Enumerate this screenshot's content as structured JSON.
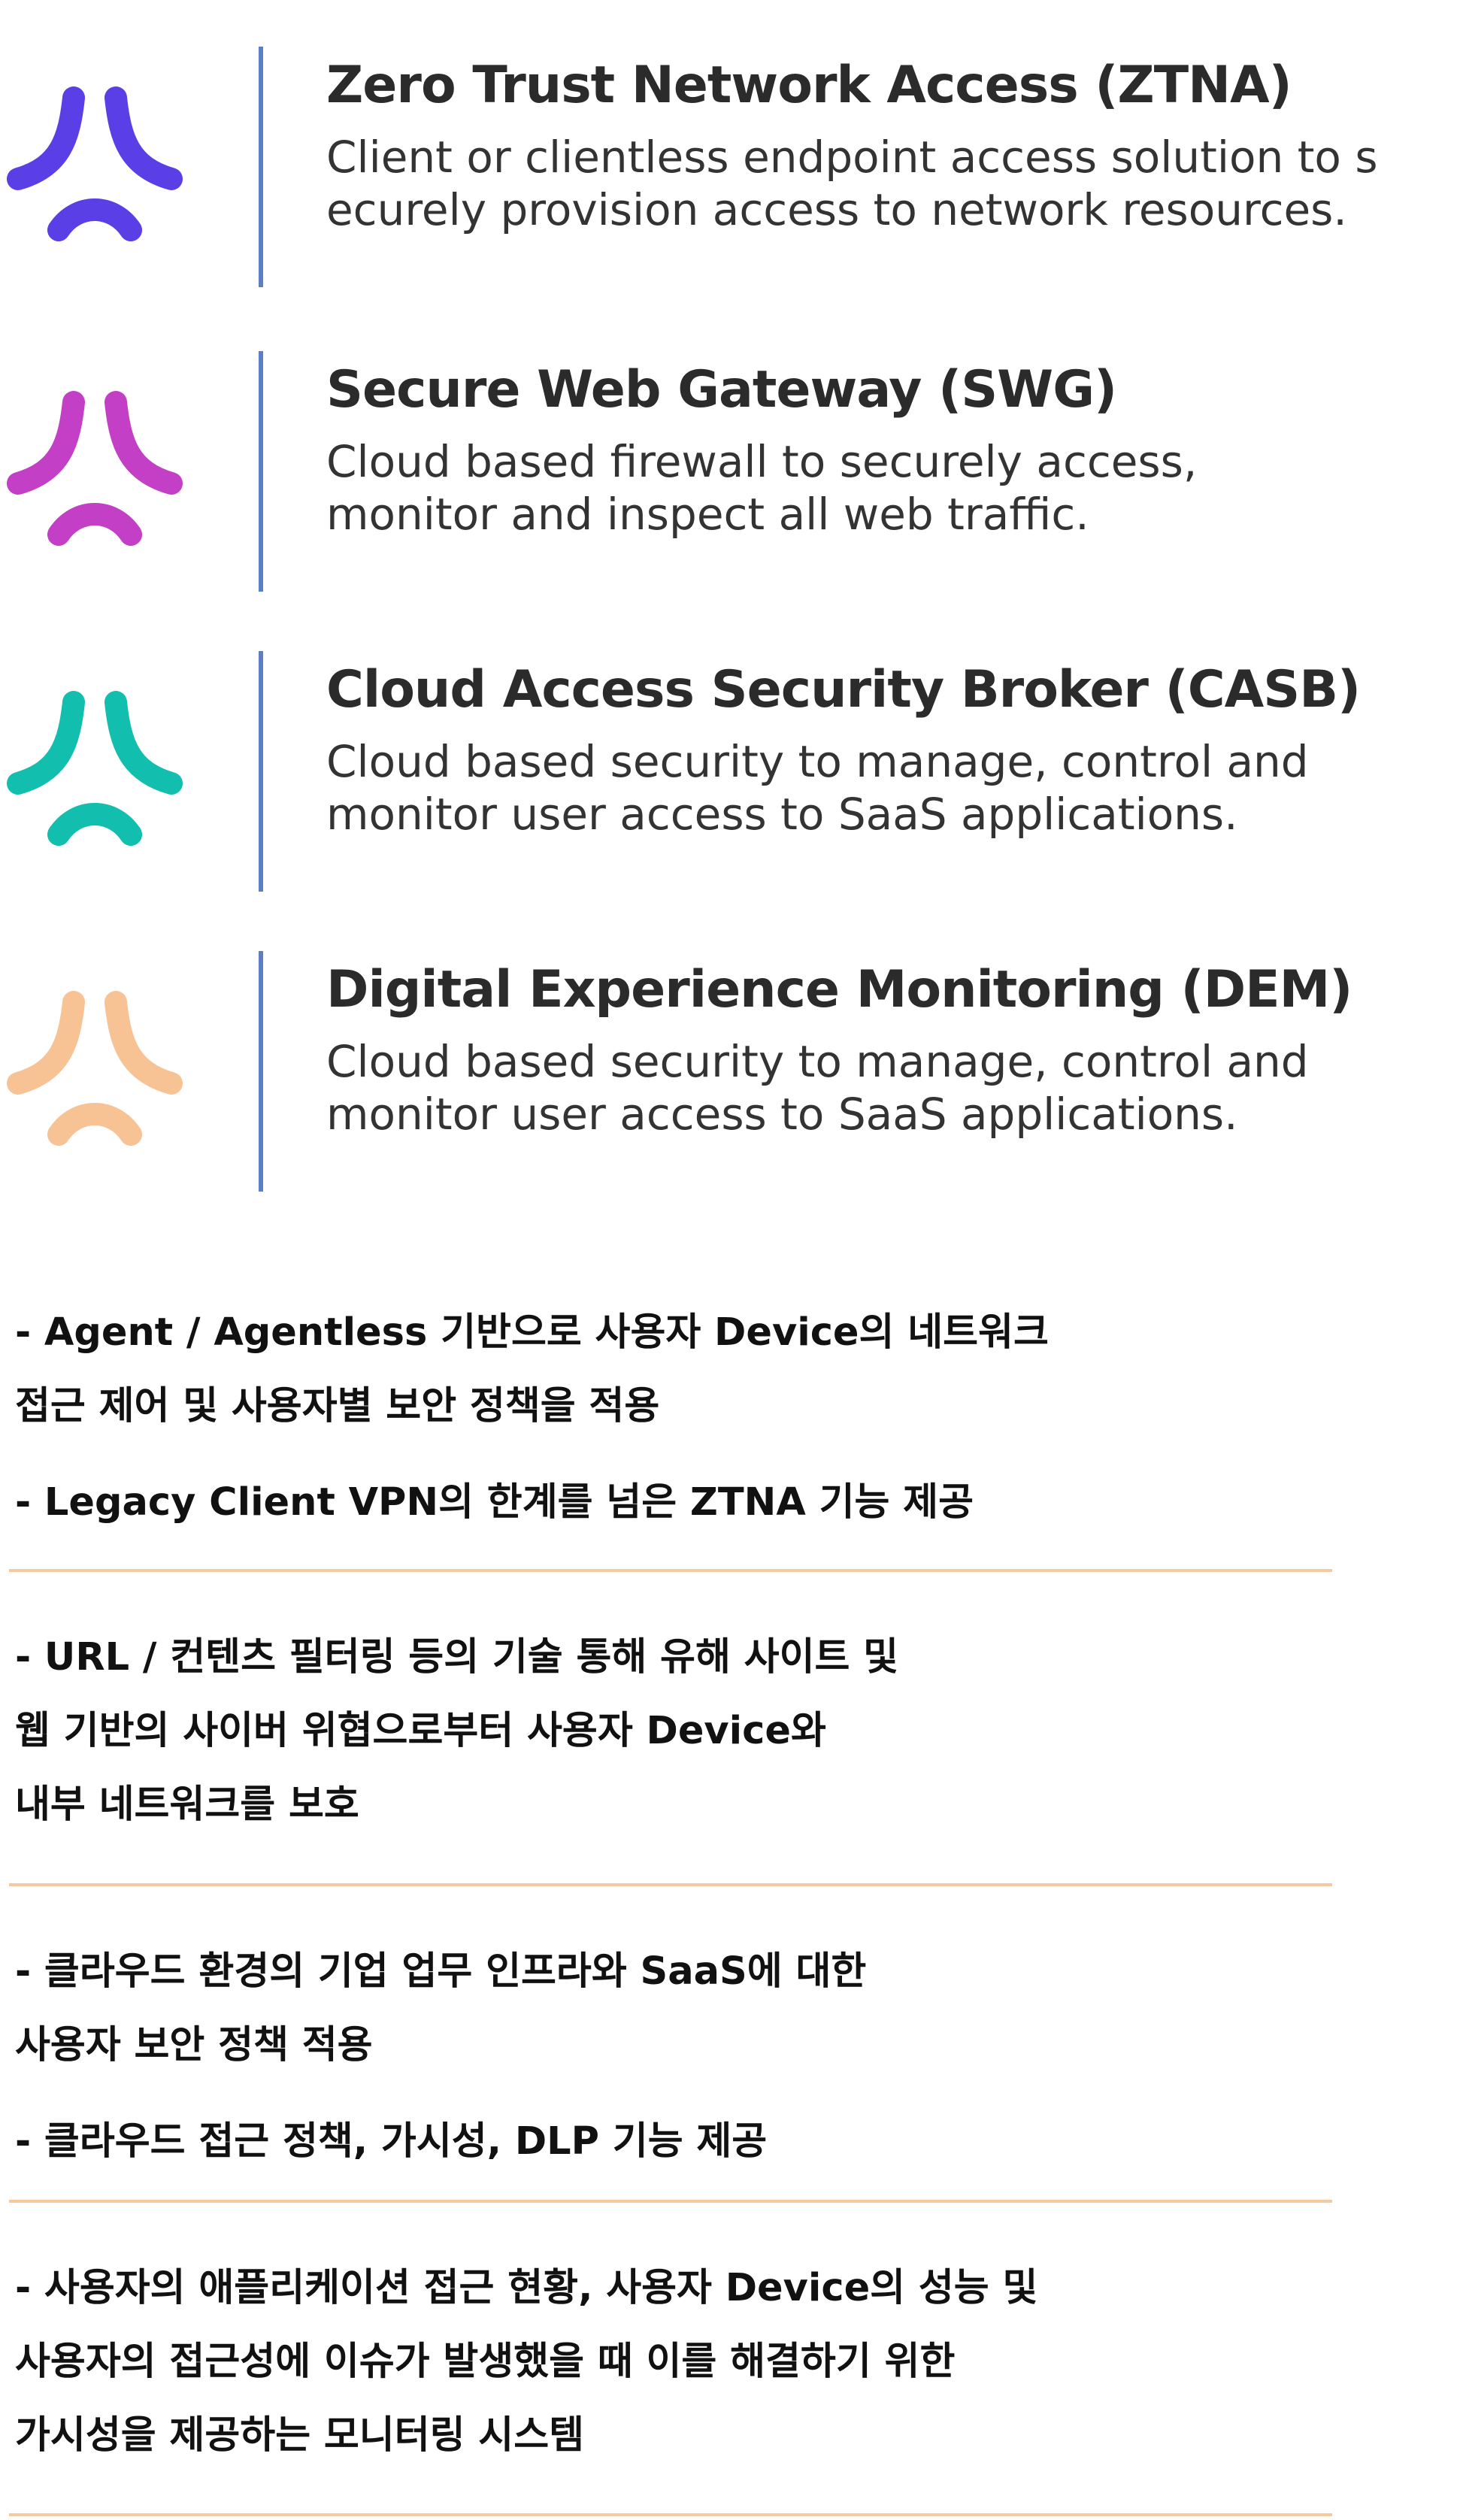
{
  "products": [
    {
      "icon": "ztna-logo-icon",
      "color": "#5a3ee6",
      "title": "Zero Trust Network Access (ZTNA)",
      "description": "Client or clientless endpoint access solution to s\necurely provision access to network resources."
    },
    {
      "icon": "swg-logo-icon",
      "color": "#c23fc6",
      "title": "Secure Web Gateway (SWG)",
      "description": "Cloud based firewall to securely access,\nmonitor and inspect all web traffic."
    },
    {
      "icon": "casb-logo-icon",
      "color": "#12bfae",
      "title": "Cloud Access Security Broker (CASB)",
      "description": "Cloud based security to manage, control and\nmonitor user access to SaaS applications."
    },
    {
      "icon": "dem-logo-icon",
      "color": "#f8c394",
      "title": "Digital Experience Monitoring (DEM)",
      "description": "Cloud based security to manage, control and\nmonitor user access to SaaS applications."
    }
  ],
  "accent_line_color": "#5b7fc5",
  "divider_color": "#f6c9a0",
  "details": [
    {
      "items": [
        "- Agent / Agentless 기반으로 사용자 Device의 네트워크\n  접근 제어 및 사용자별 보안 정책을 적용",
        "- Legacy Client VPN의 한계를 넘은 ZTNA 기능 제공"
      ]
    },
    {
      "items": [
        "- URL / 컨텐츠 필터링 등의 기술 통해 유해 사이트 및\n  웹 기반의 사이버 위협으로부터 사용자 Device와\n  내부 네트워크를 보호"
      ]
    },
    {
      "items": [
        "- 클라우드 환경의 기업 업무 인프라와 SaaS에 대한\n  사용자 보안 정책 적용",
        "- 클라우드 접근 정책, 가시성, DLP 기능 제공"
      ]
    },
    {
      "items": [
        "- 사용자의 애플리케이션 접근 현황, 사용자 Device의 성능 및\n  사용자의 접근성에 이슈가 발생했을 때 이를 해결하기 위한\n  가시성을 제공하는 모니터링 시스템"
      ]
    }
  ]
}
